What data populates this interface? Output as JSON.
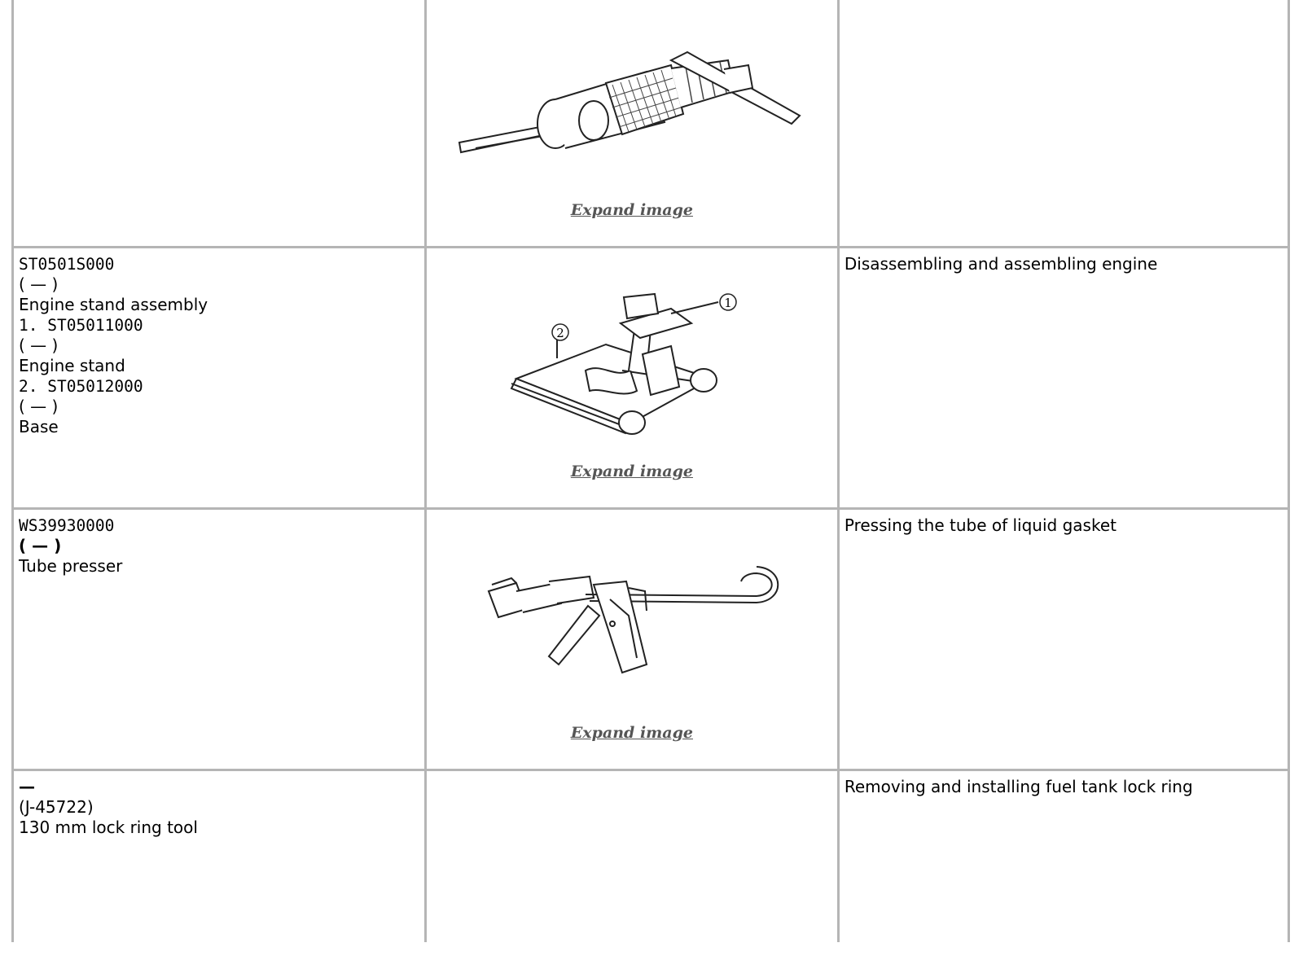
{
  "expand_label": "Expand image",
  "rows": [
    {
      "tool_lines": [],
      "usage": ""
    },
    {
      "tool_lines": [
        "ST0501S000",
        "( — )",
        "Engine stand assembly",
        "1. ST05011000",
        "( — )",
        "Engine stand",
        "2. ST05012000",
        "( — )",
        "Base"
      ],
      "usage": "Disassembling and assembling engine",
      "callouts": [
        "1",
        "2"
      ]
    },
    {
      "tool_lines": [
        "WS39930000",
        "( — )",
        "Tube presser"
      ],
      "usage": "Pressing the tube of liquid gasket"
    },
    {
      "tool_lines": [
        "—",
        "(J-45722)",
        "130 mm lock ring tool"
      ],
      "usage": "Removing and installing fuel tank lock ring"
    }
  ]
}
